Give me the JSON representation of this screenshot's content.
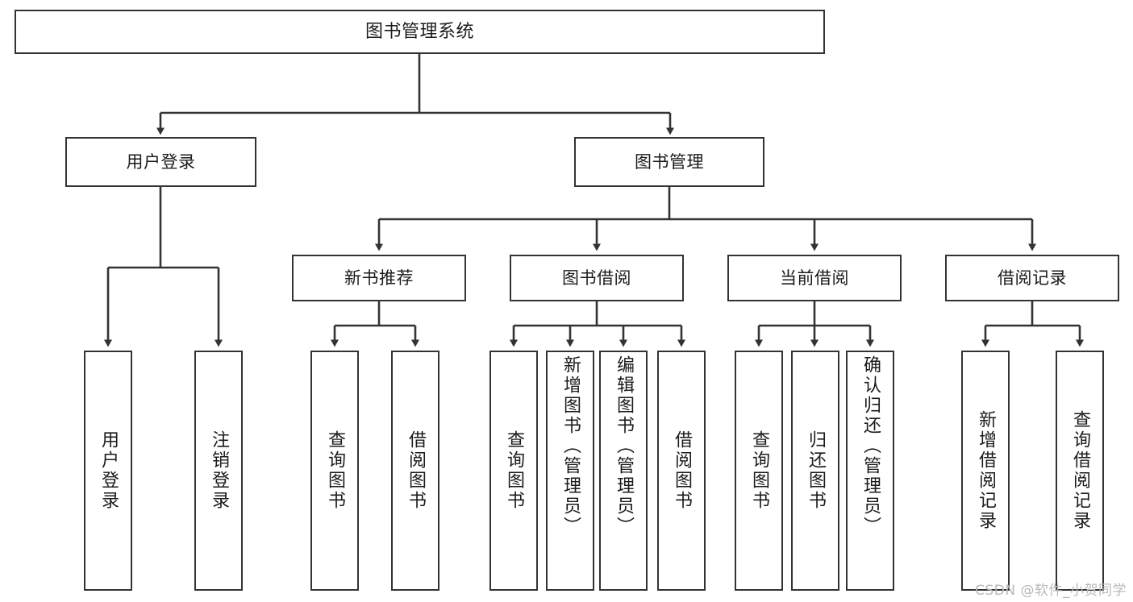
{
  "diagram": {
    "title": "图书管理系统",
    "type": "tree-hierarchy-diagram",
    "colors": {
      "box_border": "#333333",
      "box_fill": "#ffffff",
      "edge": "#333333",
      "text": "#1b1b1b",
      "watermark": "#b9b9b9",
      "background": "#ffffff"
    },
    "root": {
      "label": "图书管理系统"
    },
    "level2": [
      {
        "label": "用户登录"
      },
      {
        "label": "图书管理"
      }
    ],
    "level3": [
      {
        "label": "新书推荐"
      },
      {
        "label": "图书借阅"
      },
      {
        "label": "当前借阅"
      },
      {
        "label": "借阅记录"
      }
    ],
    "leaves": {
      "user_login": [
        {
          "label": "用户登录"
        },
        {
          "label": "注销登录"
        }
      ],
      "new_book_recommend": [
        {
          "label": "查询图书"
        },
        {
          "label": "借阅图书"
        }
      ],
      "book_borrow": [
        {
          "label": "查询图书"
        },
        {
          "label": "新增图书（管理员）"
        },
        {
          "label": "编辑图书（管理员）"
        },
        {
          "label": "借阅图书"
        }
      ],
      "current_borrow": [
        {
          "label": "查询图书"
        },
        {
          "label": "归还图书"
        },
        {
          "label": "确认归还（管理员）"
        }
      ],
      "borrow_record": [
        {
          "label": "新增借阅记录"
        },
        {
          "label": "查询借阅记录"
        }
      ]
    }
  },
  "watermark": {
    "text": "CSDN @软件_小贺同学"
  }
}
